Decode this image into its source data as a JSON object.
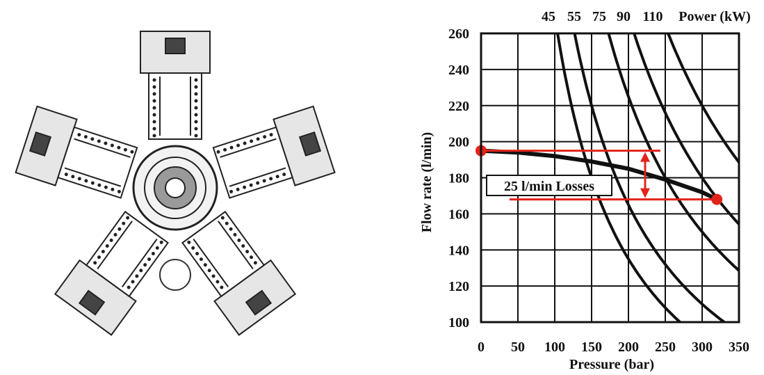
{
  "chart_data": {
    "type": "line",
    "xlabel": "Pressure (bar)",
    "ylabel": "Flow rate (l/min)",
    "xlim": [
      0,
      350
    ],
    "ylim": [
      100,
      260
    ],
    "x_ticks": [
      "0",
      "50",
      "100",
      "150",
      "200",
      "250",
      "300",
      "350"
    ],
    "y_ticks": [
      "100",
      "120",
      "140",
      "160",
      "180",
      "200",
      "220",
      "240",
      "260"
    ],
    "grid": true,
    "power_curves": {
      "labels": [
        "45",
        "55",
        "75",
        "90",
        "110"
      ],
      "unit_label": "Power (kW)",
      "power_kw": [
        45,
        55,
        75,
        90,
        110
      ]
    },
    "series": [
      {
        "x": [
          0,
          50,
          100,
          150,
          200,
          250,
          300,
          320
        ],
        "y": [
          195,
          194,
          192,
          189,
          185,
          179,
          172,
          168
        ]
      }
    ],
    "annotations": {
      "losses_label": "25 l/min Losses",
      "start_point": {
        "x": 0,
        "y": 195
      },
      "end_point": {
        "x": 320,
        "y": 168
      },
      "upper_line_y": 195,
      "lower_line_y": 168,
      "color": "#e2231a"
    }
  },
  "colors": {
    "curve": "#111111",
    "highlight": "#e2231a",
    "grid": "#111111"
  }
}
